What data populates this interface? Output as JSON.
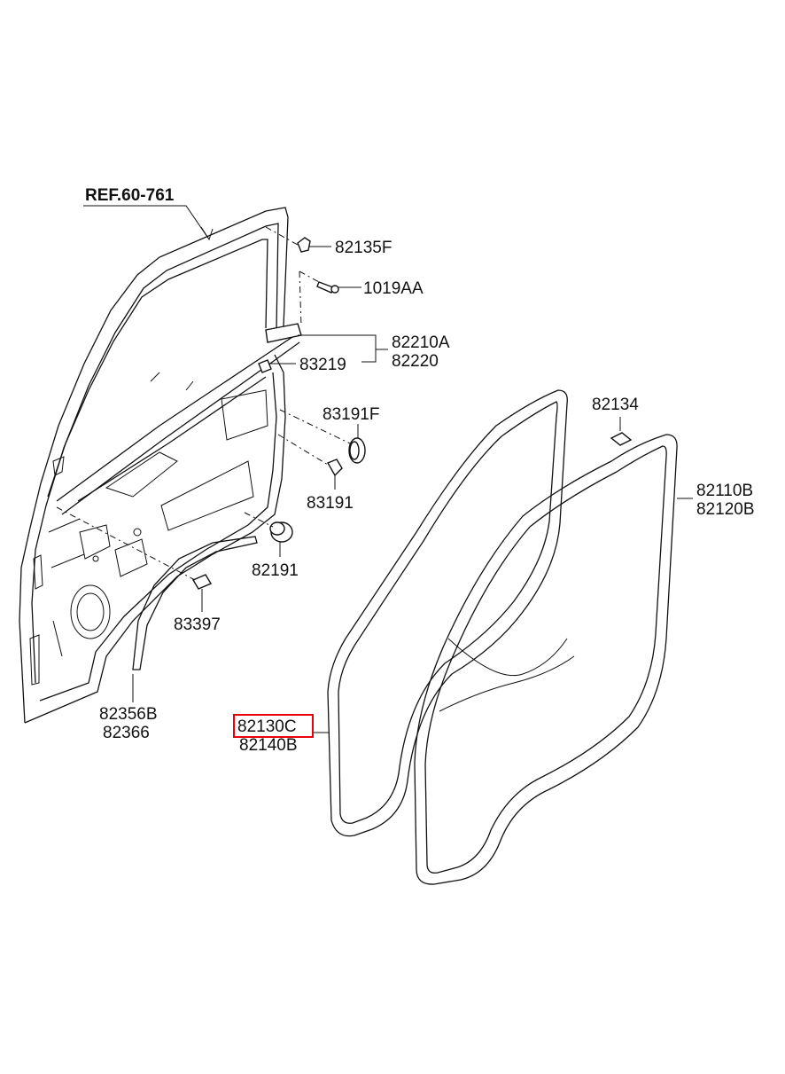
{
  "reference": "REF.60-761",
  "highlight_color": "#e8000b",
  "parts": {
    "p82135F": "82135F",
    "p1019AA": "1019AA",
    "p82210A": "82210A",
    "p82220": "82220",
    "p83219": "83219",
    "p83191F": "83191F",
    "p83191": "83191",
    "p82191": "82191",
    "p83397": "83397",
    "p82356B": "82356B",
    "p82366": "82366",
    "p82134": "82134",
    "p82110B": "82110B",
    "p82120B": "82120B",
    "p82130C": "82130C",
    "p82140B": "82140B"
  }
}
